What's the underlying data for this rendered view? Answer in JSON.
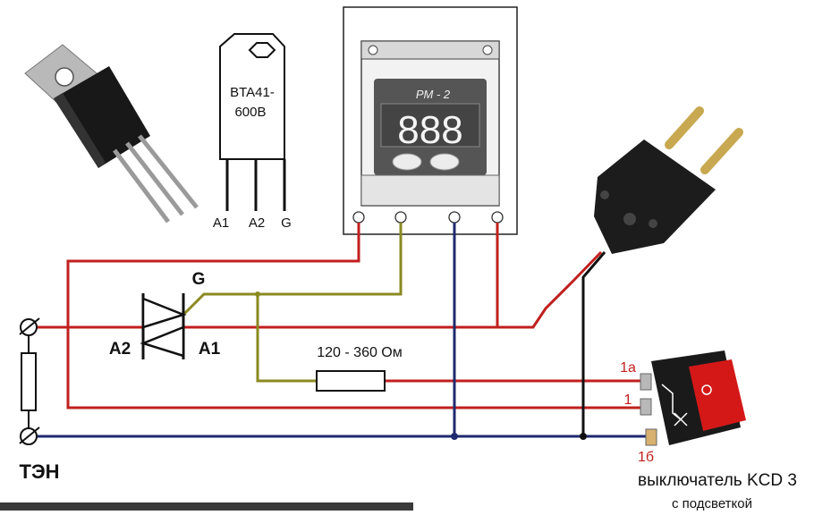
{
  "package_label": {
    "line1": "BTA41-",
    "line2": "600B"
  },
  "pins": {
    "a1": "A1",
    "a2": "A2",
    "g": "G"
  },
  "controller": {
    "model": "PM - 2",
    "display": "888"
  },
  "triac": {
    "a2": "A2",
    "a1": "A1",
    "g": "G"
  },
  "resistor": "120 - 360 Ом",
  "heater": "ТЭН",
  "switch": {
    "terminal_1a": "1a",
    "terminal_1": "1",
    "terminal_1b": "1б",
    "title": "выключатель KCD 3",
    "subtitle": "с подсветкой"
  },
  "colors": {
    "red_wire": "#c0201e",
    "olive_wire": "#8a8a20",
    "blue_wire": "#1e2a6e",
    "black_wire": "#111111"
  }
}
